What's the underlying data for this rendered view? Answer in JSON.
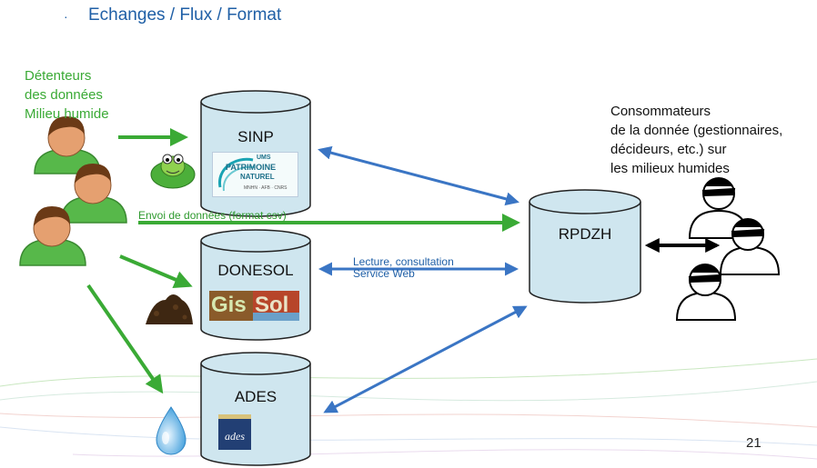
{
  "header": {
    "bullet": "·",
    "title": "Echanges / Flux / Format"
  },
  "holders": {
    "lines": [
      "Détenteurs",
      "des données",
      "Milieu humide"
    ]
  },
  "consumers": {
    "lines": [
      "Consommateurs",
      "de la donnée (gestionnaires,",
      "décideurs, etc.) sur",
      "les milieux humides"
    ]
  },
  "databases": {
    "sinp": {
      "label": "SINP",
      "logo_text": [
        "UMS",
        "PATRIMOINE",
        "NATUREL",
        "MNHN · AFB · CNRS"
      ]
    },
    "donesol": {
      "label": "DONESOL",
      "logo_text": [
        "Gis",
        "Sol"
      ]
    },
    "ades": {
      "label": "ADES",
      "logo_text": "ades"
    },
    "rpdzh": {
      "label": "RPDZH"
    }
  },
  "flows": {
    "envoi": "Envoi de données (format csv)",
    "lecture": [
      "Lecture, consultation",
      "Service Web"
    ]
  },
  "page_number": "21",
  "colors": {
    "green": "#3aaa35",
    "blue": "#3a75c4",
    "cylinder": "#cfe6ef",
    "title": "#1f5fa6"
  }
}
